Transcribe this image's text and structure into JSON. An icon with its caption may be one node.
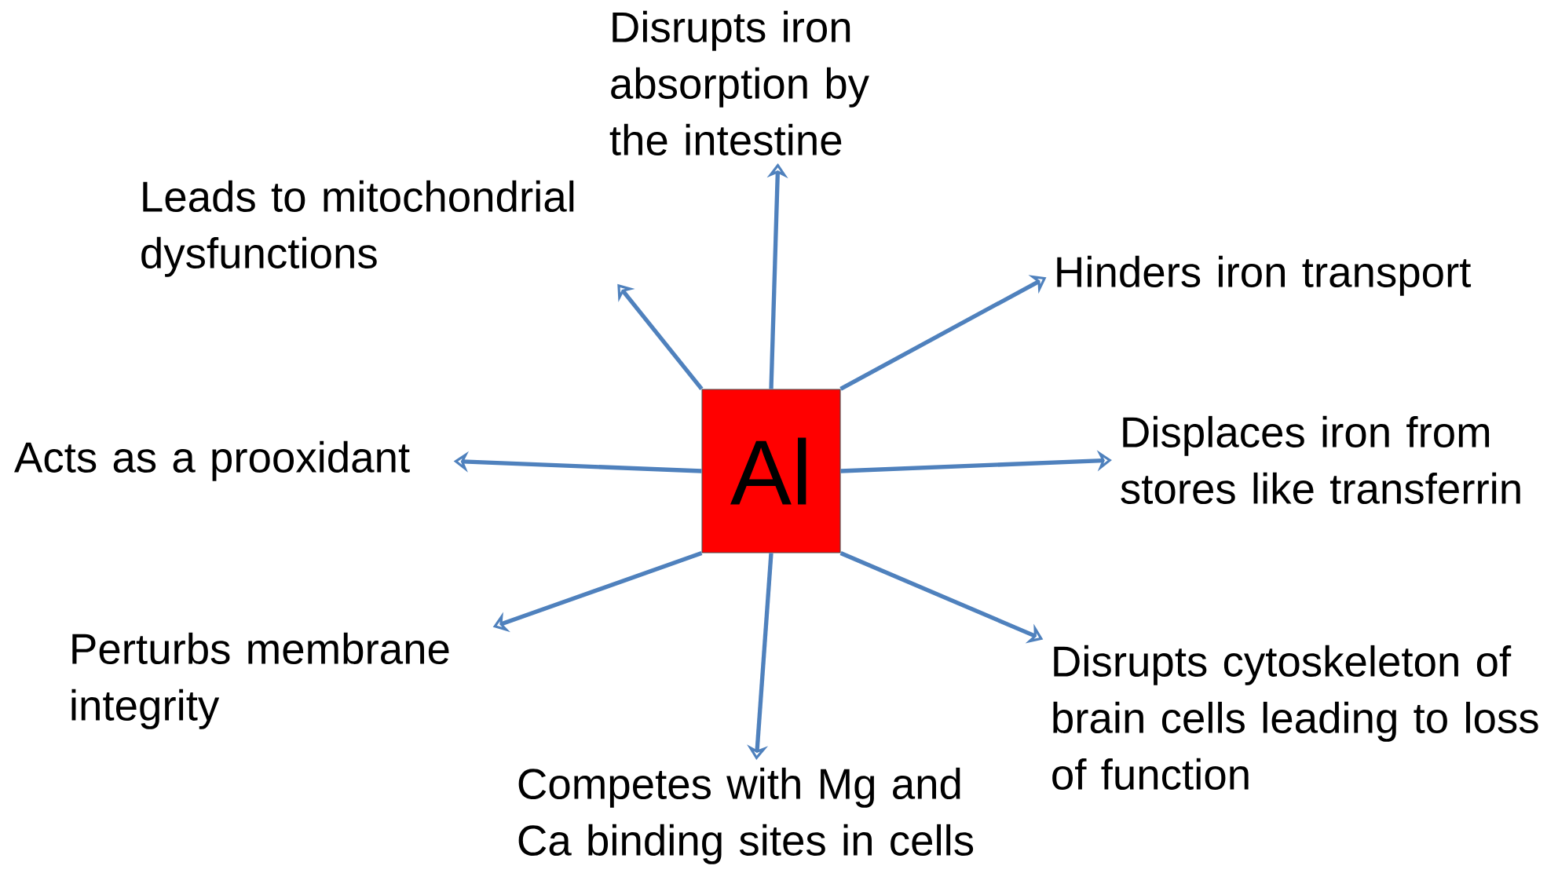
{
  "diagram": {
    "nodes": [
      {
        "text": [
          "Al"
        ]
      },
      {
        "text": [
          "Disrupts iron absorption by the intestine"
        ]
      },
      {
        "text": [
          "Leads to mitochondrial dysfunctions"
        ]
      },
      {
        "text": [
          "Hinders iron transport"
        ]
      },
      {
        "text": [
          "Acts as a prooxidant"
        ]
      },
      {
        "text": [
          "Displaces iron from stores like transferrin"
        ]
      },
      {
        "text": [
          "Perturbs membrane integrity"
        ]
      },
      {
        "text": [
          "Disrupts cytoskeleton of brain cells leading to loss of function"
        ]
      },
      {
        "text": [
          "Competes with Mg and Ca binding sites in cells"
        ]
      }
    ],
    "edges": [
      {
        "from": 0,
        "to": 1,
        "arrow": "to"
      },
      {
        "from": 0,
        "to": 2,
        "arrow": "to"
      },
      {
        "from": 0,
        "to": 3,
        "arrow": "to"
      },
      {
        "from": 0,
        "to": 4,
        "arrow": "to"
      },
      {
        "from": 0,
        "to": 5,
        "arrow": "to"
      },
      {
        "from": 0,
        "to": 6,
        "arrow": "to"
      },
      {
        "from": 0,
        "to": 7,
        "arrow": "to"
      },
      {
        "from": 0,
        "to": 8,
        "arrow": "to"
      }
    ]
  }
}
